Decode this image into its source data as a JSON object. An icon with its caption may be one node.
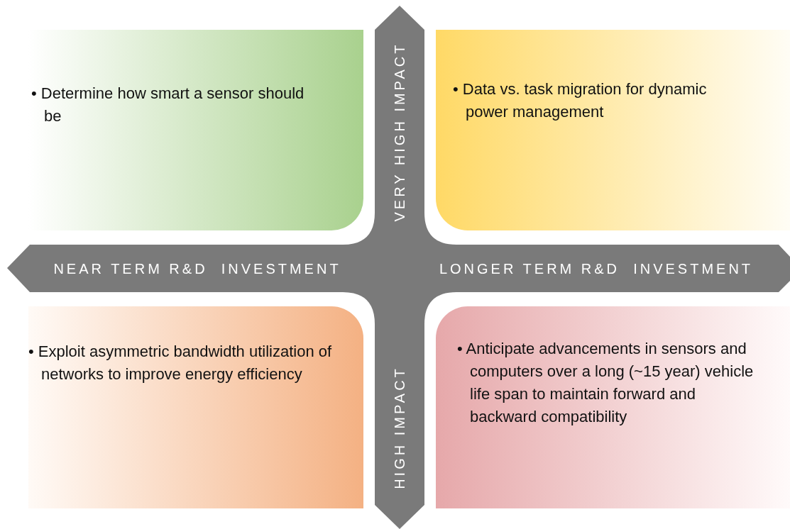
{
  "diagram": {
    "nodes": [
      {
        "text": [
          "• Determine how smart a sensor should be"
        ]
      },
      {
        "text": [
          "• Data vs. task migration for dynamic power management"
        ]
      },
      {
        "text": [
          "• Exploit asymmetric bandwidth utilization of networks to improve energy efficiency"
        ]
      },
      {
        "text": [
          "• Anticipate advancements in sensors and computers over a long (~15 year) vehicle life span to maintain forward and backward compatibility"
        ]
      }
    ],
    "labels": [
      "VERY HIGH IMPACT",
      "NEAR TERM R&D  INVESTMENT",
      "LONGER TERM R&D  INVESTMENT",
      "HIGH IMPACT"
    ]
  }
}
